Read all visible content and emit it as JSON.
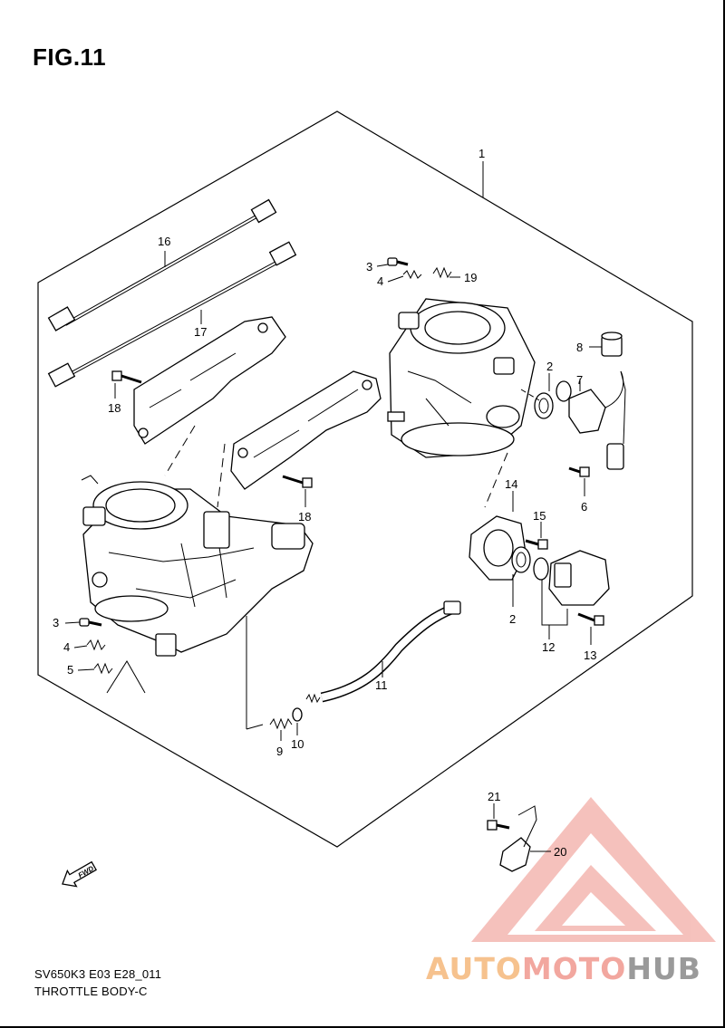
{
  "figure": {
    "title": "FIG.11",
    "model_code": "SV650K3 E03 E28_011",
    "name": "THROTTLE BODY-C"
  },
  "fwd_label": "FWD",
  "watermark": {
    "part1": "AUTO",
    "part2": "MOTO",
    "part3": "HUB"
  },
  "callouts": {
    "c1": "1",
    "c2a": "2",
    "c2b": "2",
    "c3a": "3",
    "c3b": "3",
    "c4a": "4",
    "c4b": "4",
    "c5": "5",
    "c6": "6",
    "c7": "7",
    "c8": "8",
    "c9": "9",
    "c10": "10",
    "c11": "11",
    "c12": "12",
    "c13": "13",
    "c14": "14",
    "c15": "15",
    "c16": "16",
    "c17": "17",
    "c18a": "18",
    "c18b": "18",
    "c19": "19",
    "c20": "20",
    "c21": "21"
  }
}
